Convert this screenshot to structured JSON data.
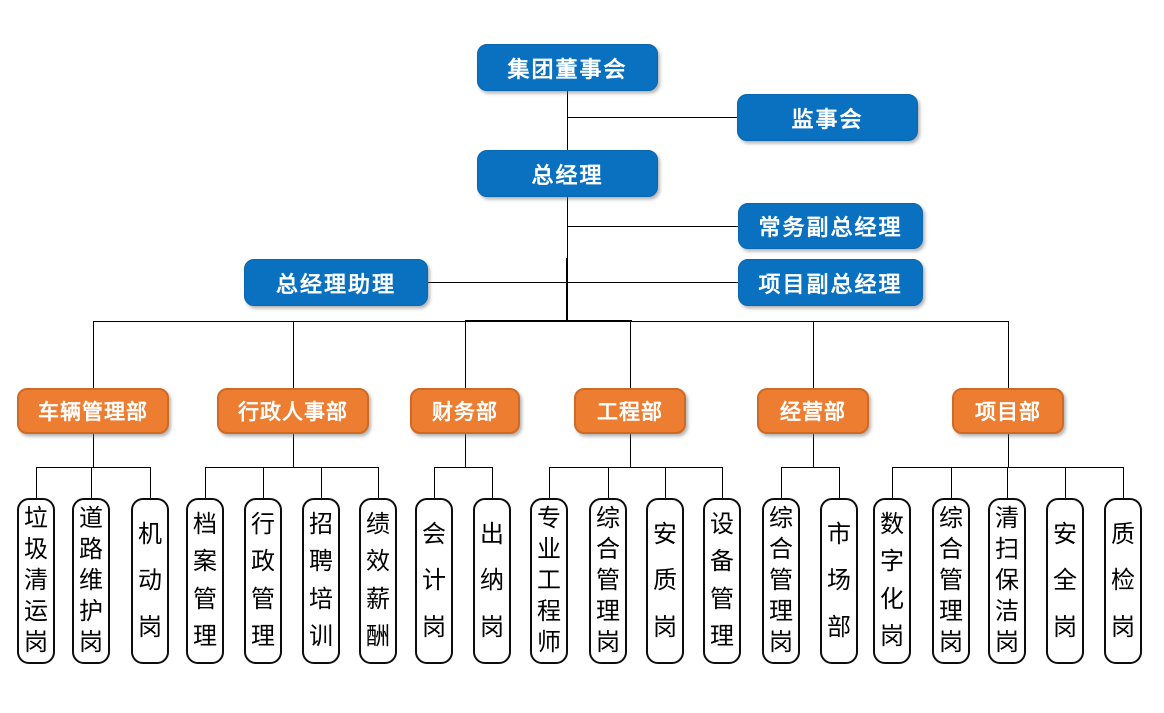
{
  "colors": {
    "executive_box": "#0a70c0",
    "department_box": "#ed7d31",
    "department_border": "#cf6a24",
    "connector_line": "#000000",
    "position_box_bg": "#ffffff",
    "position_box_border": "#0d0d0d"
  },
  "nodes": {
    "board": "集团董事会",
    "supervisory": "监事会",
    "general_manager": "总经理",
    "executive_deputy_gm": "常务副总经理",
    "gm_assistant": "总经理助理",
    "project_deputy_gm": "项目副总经理"
  },
  "departments": [
    {
      "label": "车辆管理部",
      "positions": [
        "垃圾清运岗",
        "道路维护岗",
        "机动岗"
      ]
    },
    {
      "label": "行政人事部",
      "positions": [
        "档案管理",
        "行政管理",
        "招聘培训",
        "绩效薪酬"
      ]
    },
    {
      "label": "财务部",
      "positions": [
        "会计岗",
        "出纳岗"
      ]
    },
    {
      "label": "工程部",
      "positions": [
        "专业工程师",
        "综合管理岗",
        "安质岗",
        "设备管理"
      ]
    },
    {
      "label": "经营部",
      "positions": [
        "综合管理岗",
        "市场部"
      ]
    },
    {
      "label": "项目部",
      "positions": [
        "数字化岗",
        "综合管理岗",
        "清扫保洁岗",
        "安全岗",
        "质检岗"
      ]
    }
  ]
}
